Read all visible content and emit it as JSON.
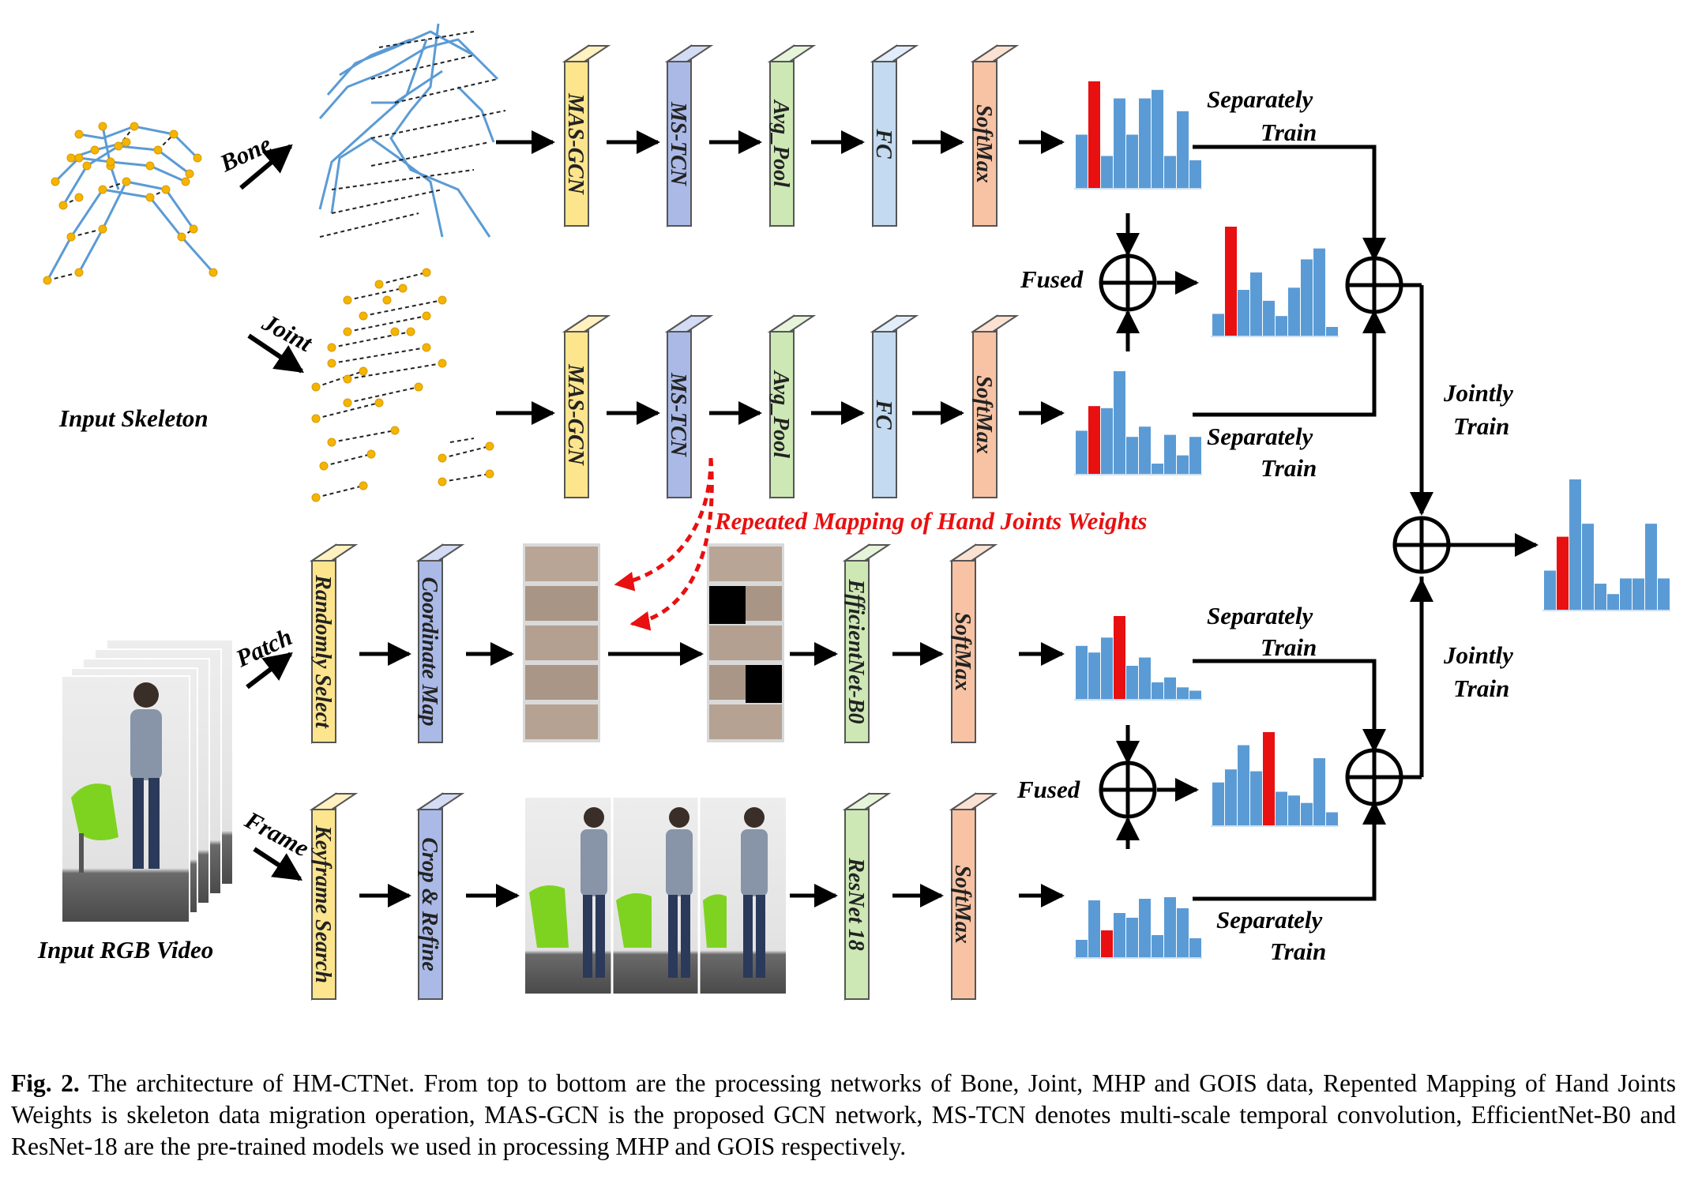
{
  "figure": {
    "inputs": {
      "skeleton": "Input Skeleton",
      "rgb": "Input RGB Video"
    },
    "branches": {
      "bone": "Bone",
      "joint": "Joint",
      "patch": "Patch",
      "frame": "Frame"
    },
    "blocks": {
      "mas_gcn": "MAS-GCN",
      "ms_tcn": "MS-TCN",
      "avg_pool": "Avg_Pool",
      "fc": "FC",
      "softmax": "SoftMax",
      "randomly_select": "Randomly Select",
      "coordinate_map": "Coordinate Map",
      "efficientnet": "EfficientNet-B0",
      "keyframe_search": "Keyframe Search",
      "crop_refine": "Crop & Refine",
      "resnet": "ResNet 18"
    },
    "labels": {
      "separately": "Separately",
      "train": "Train",
      "jointly": "Jointly",
      "fused": "Fused",
      "repeated_mapping": "Repeated Mapping of Hand Joints Weights"
    },
    "colors": {
      "yellow": "#fde58e",
      "blue": "#aab9e6",
      "green": "#cde8b5",
      "lightblue": "#c3daf0",
      "orange": "#f7c3a4",
      "bar": "#5b9bd5",
      "bar_highlight": "#e81010"
    }
  },
  "histograms": {
    "bone": {
      "values": [
        0.5,
        1.0,
        0.3,
        0.84,
        0.5,
        0.84,
        0.92,
        0.3,
        0.72,
        0.26
      ],
      "highlight": 1
    },
    "joint": {
      "values": [
        0.42,
        0.66,
        0.64,
        1.0,
        0.36,
        0.46,
        0.1,
        0.38,
        0.18,
        0.36
      ],
      "highlight": 1
    },
    "fused_top": {
      "values": [
        0.2,
        1.0,
        0.42,
        0.58,
        0.32,
        0.18,
        0.44,
        0.7,
        0.8,
        0.08
      ],
      "highlight": 1
    },
    "patch": {
      "values": [
        0.64,
        0.56,
        0.74,
        1.0,
        0.4,
        0.5,
        0.2,
        0.26,
        0.14,
        0.1
      ],
      "highlight": 3
    },
    "frame": {
      "values": [
        0.22,
        0.72,
        0.34,
        0.56,
        0.5,
        0.74,
        0.28,
        0.76,
        0.62,
        0.24
      ],
      "highlight": 2
    },
    "fused_bottom": {
      "values": [
        0.46,
        0.6,
        0.86,
        0.58,
        1.0,
        0.36,
        0.32,
        0.24,
        0.72,
        0.14
      ],
      "highlight": 4
    },
    "final": {
      "values": [
        0.3,
        0.56,
        1.0,
        0.66,
        0.2,
        0.12,
        0.24,
        0.24,
        0.66,
        0.24
      ],
      "highlight": 1
    }
  },
  "caption": {
    "label": "Fig. 2.",
    "text": " The architecture of HM-CTNet. From top to bottom are the processing networks of Bone, Joint, MHP and GOIS data, Repented Mapping of Hand Joints Weights is skeleton data migration operation, MAS-GCN is the proposed GCN network, MS-TCN denotes multi-scale temporal convolution, EfficientNet-B0 and ResNet-18 are the pre-trained models we used in processing MHP and GOIS respectively."
  }
}
